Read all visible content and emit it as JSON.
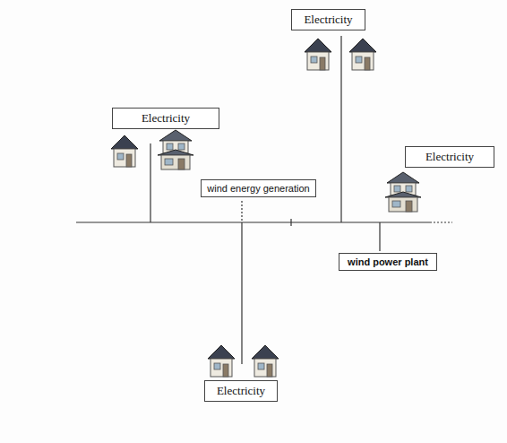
{
  "diagram": {
    "nodes": [
      {
        "text": [
          "Electricity"
        ]
      },
      {
        "text": [
          "Electricity"
        ]
      },
      {
        "text": [
          "Electricity"
        ]
      },
      {
        "text": [
          "wind energy generation"
        ]
      },
      {
        "text": [
          "wind power plant"
        ]
      },
      {
        "text": [
          "Electricity"
        ]
      }
    ]
  }
}
